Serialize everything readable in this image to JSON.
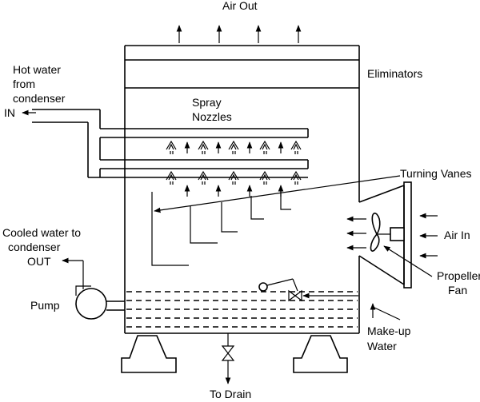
{
  "labels": {
    "air_out": "Air Out",
    "eliminators": "Eliminators",
    "hot_water_line1": "Hot water",
    "hot_water_line2": "from",
    "hot_water_line3": "condenser",
    "in": "IN",
    "spray_line1": "Spray",
    "spray_line2": "Nozzles",
    "turning_vanes": "Turning Vanes",
    "cooled_line1": "Cooled water to",
    "cooled_line2": "condenser",
    "out": "OUT",
    "air_in": "Air In",
    "pump": "Pump",
    "propeller_line1": "Propeller",
    "propeller_line2": "Fan",
    "makeup_line1": "Make-up",
    "makeup_line2": "Water",
    "to_drain": "To Drain"
  }
}
